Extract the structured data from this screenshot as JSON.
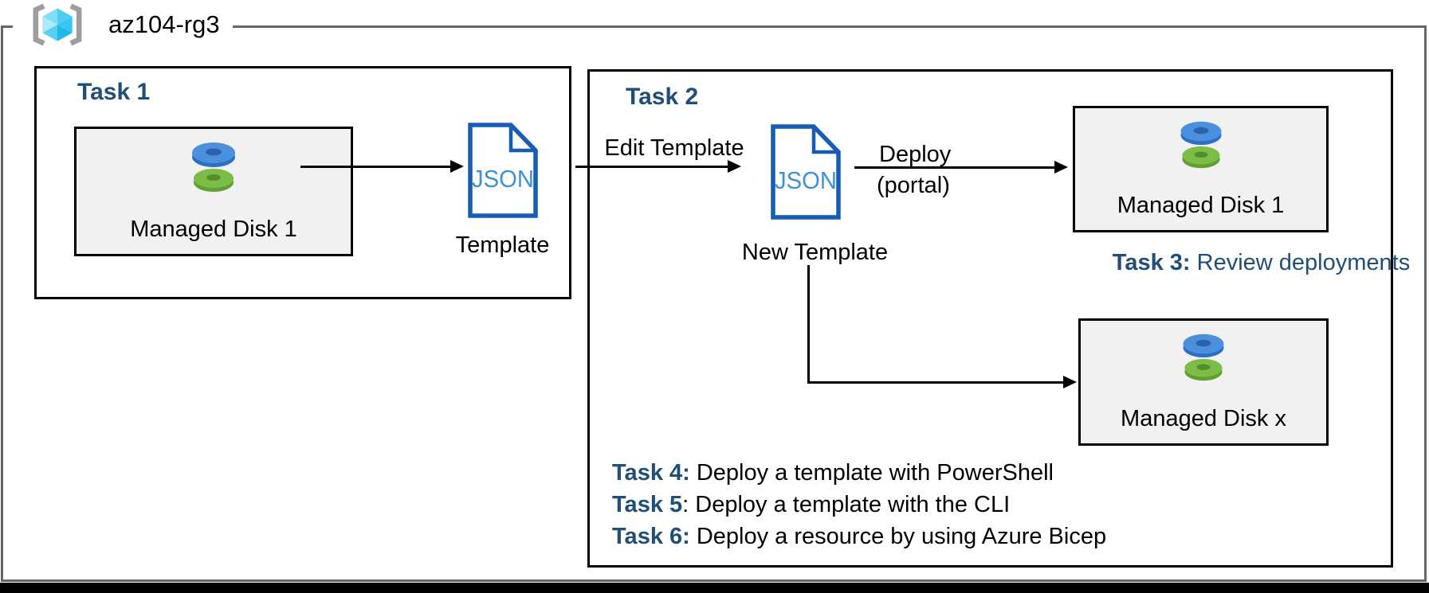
{
  "header": {
    "resource_group_name": "az104-rg3"
  },
  "task1": {
    "title": "Task 1",
    "disk_label": "Managed Disk 1",
    "doc_text": "JSON",
    "doc_caption": "Template"
  },
  "task2": {
    "title": "Task 2",
    "edit_arrow_label": "Edit Template",
    "doc_text": "JSON",
    "doc_caption": "New Template",
    "deploy_label": "Deploy",
    "deploy_sublabel": "(portal)",
    "disk1_label": "Managed Disk 1",
    "diskx_label": "Managed Disk x",
    "task3_label": "Task 3:",
    "task3_text": " Review deployments"
  },
  "task_notes": [
    {
      "label": "Task 4:",
      "text": " Deploy a template with PowerShell"
    },
    {
      "label": "Task 5",
      "text": ": Deploy a template with the CLI"
    },
    {
      "label": "Task 6:",
      "text": " Deploy a resource by using Azure Bicep"
    }
  ],
  "icons": {
    "resource_group": "azure-resource-group-icon",
    "managed_disk": "managed-disk-icon",
    "json_document": "json-file-icon"
  },
  "colors": {
    "heading_blue": "#1F4E79",
    "doc_border": "#175CB5",
    "doc_text_blue": "#3E90D9",
    "box_fill": "#F1F1F1",
    "outer_border": "#666666",
    "bracket_gray": "#9E9E9E",
    "arrow_black": "#000000"
  }
}
